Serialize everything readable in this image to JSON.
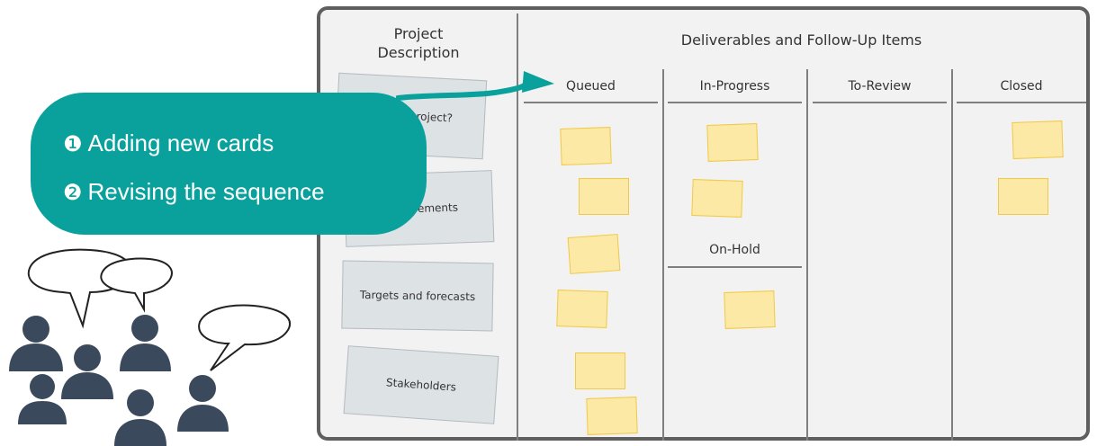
{
  "board": {
    "project_description_title": "Project\nDescription",
    "deliverables_title": "Deliverables and Follow-Up Items",
    "columns": [
      "Queued",
      "In-Progress",
      "To-Review",
      "Closed"
    ],
    "sub_column": "On-Hold",
    "description_cards": [
      "project?",
      "quirements",
      "Targets and forecasts",
      "Stakeholders"
    ]
  },
  "callout": {
    "steps": [
      {
        "number": "❶",
        "text": "Adding new cards"
      },
      {
        "number": "❷",
        "text": "Revising the sequence"
      }
    ],
    "color": "#0aa19d"
  },
  "colors": {
    "sticky_fill": "#fde9a6",
    "card_fill": "#dde2e5",
    "people": "#3a4a5c"
  },
  "icons": [
    "person-icon",
    "speech-bubble-icon",
    "arrow-icon"
  ]
}
